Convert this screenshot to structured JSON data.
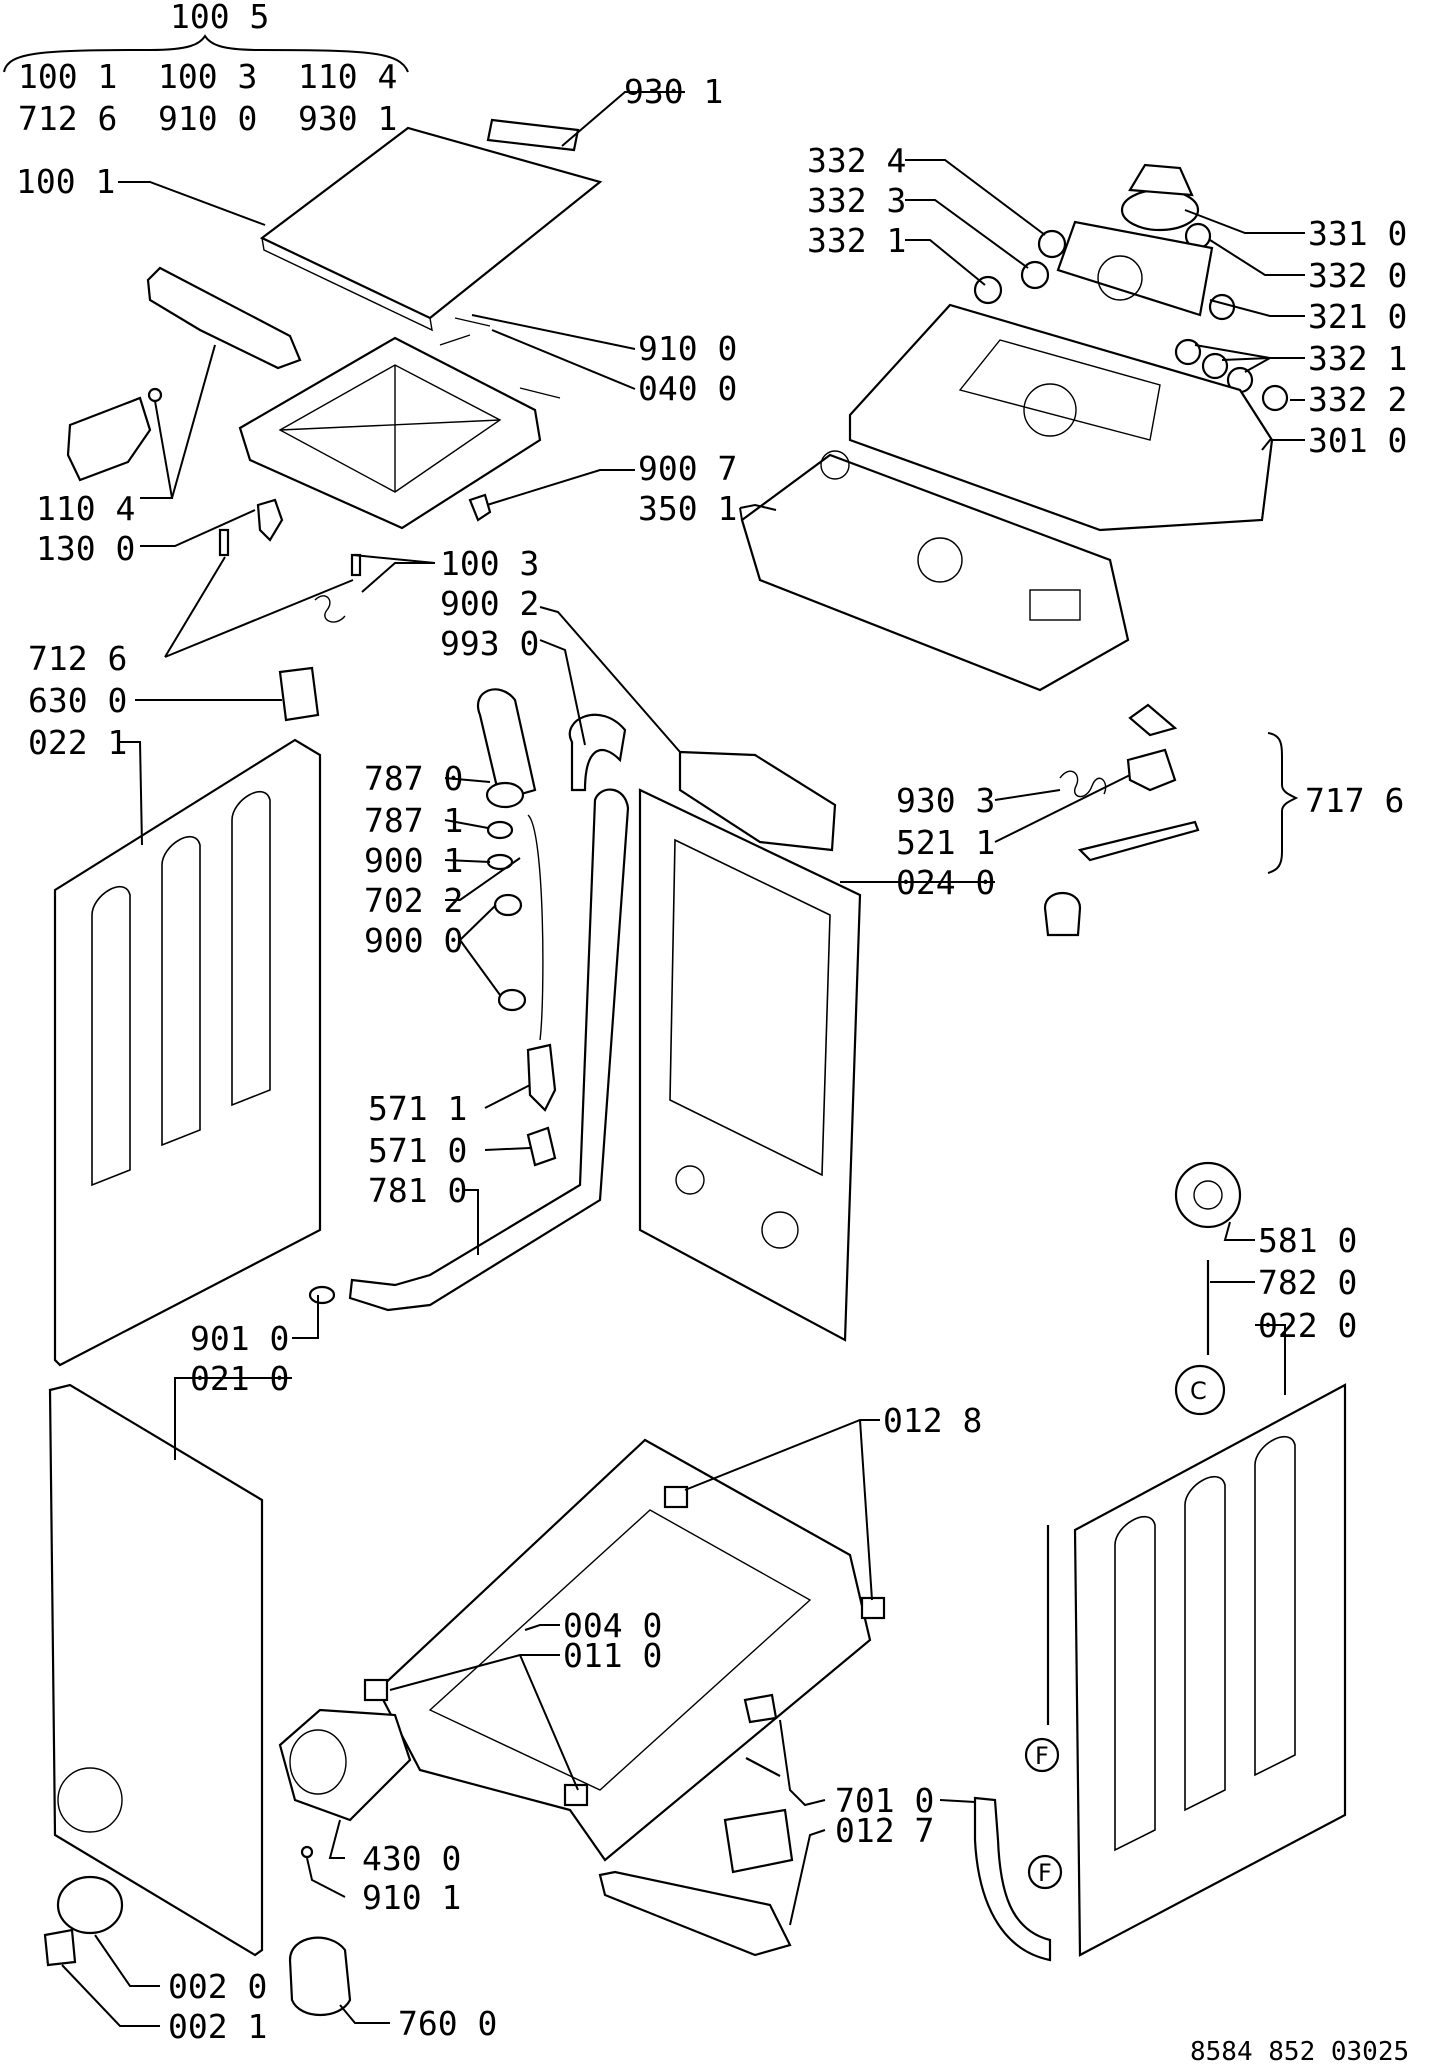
{
  "header": {
    "group_label": "100 5",
    "group_members_row1": [
      "100 1",
      "100 3",
      "110 4"
    ],
    "group_members_row2": [
      "712 6",
      "910 0",
      "930 1"
    ]
  },
  "labels": {
    "p930_1_top": "930 1",
    "p100_1": "100 1",
    "p910_0": "910 0",
    "p040_0": "040 0",
    "p110_4": "110 4",
    "p130_0": "130 0",
    "p900_7": "900 7",
    "p350_1": "350 1",
    "p100_3": "100 3",
    "p900_2": "900 2",
    "p993_0": "993 0",
    "p712_6": "712 6",
    "p630_0": "630 0",
    "p022_1": "022 1",
    "p332_4": "332 4",
    "p332_3": "332 3",
    "p332_1a": "332 1",
    "p331_0": "331 0",
    "p332_0": "332 0",
    "p321_0": "321 0",
    "p332_1b": "332 1",
    "p332_2": "332 2",
    "p301_0": "301 0",
    "p787_0": "787 0",
    "p787_1": "787 1",
    "p900_1": "900 1",
    "p702_2": "702 2",
    "p900_0": "900 0",
    "p930_3": "930 3",
    "p521_1": "521 1",
    "p024_0": "024 0",
    "p717_6": "717 6",
    "p571_1": "571 1",
    "p571_0": "571 0",
    "p781_0": "781 0",
    "p581_0": "581 0",
    "p782_0": "782 0",
    "p022_0": "022 0",
    "p901_0": "901 0",
    "p021_0": "021 0",
    "p012_8": "012 8",
    "p004_0": "004 0",
    "p011_0": "011 0",
    "p701_0": "701 0",
    "p012_7": "012 7",
    "p430_0": "430 0",
    "p910_1": "910 1",
    "p002_0": "002 0",
    "p002_1": "002 1",
    "p760_0": "760 0"
  },
  "connectors": {
    "c_label": "C",
    "f_label_1": "F",
    "f_label_2": "F"
  },
  "footer": {
    "doc_code": "8584 852 03025"
  }
}
